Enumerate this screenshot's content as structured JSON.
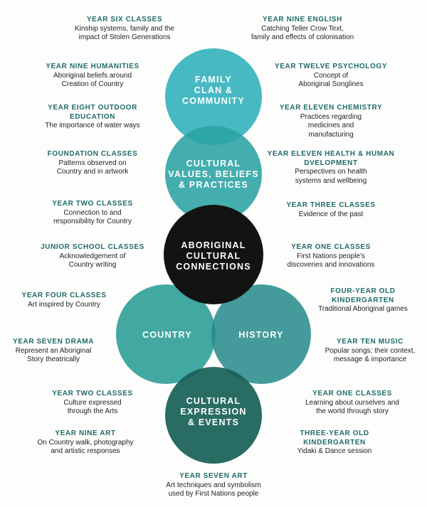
{
  "colors": {
    "family": "#37b3bd",
    "values": "#2aa3a3",
    "core": "#121313",
    "country": "#2e9e97",
    "history": "#248a8a",
    "expression": "#175f57",
    "heading": "#1f6b6b"
  },
  "circles": {
    "family": "FAMILY\nCLAN &\nCOMMUNITY",
    "values": "CULTURAL\nVALUES, BELIEFS\n& PRACTICES",
    "core": "ABORIGINAL\nCULTURAL\nCONNECTIONS",
    "country": "COUNTRY",
    "history": "HISTORY",
    "expression": "CULTURAL\nEXPRESSION\n& EVENTS"
  },
  "notes": [
    {
      "heading": "YEAR SIX CLASSES",
      "text": "Kinship systems, family and the\nimpact of Stolen Generations"
    },
    {
      "heading": "YEAR NINE ENGLISH",
      "text": "Catching Teller Crow Text,\nfamily and effects of colonisation"
    },
    {
      "heading": "YEAR NINE HUMANITIES",
      "text": "Aboriginal beliefs around\nCreation of Country"
    },
    {
      "heading": "YEAR TWELVE PSYCHOLOGY",
      "text": "Concept of\nAboriginal Songlines"
    },
    {
      "heading": "YEAR EIGHT OUTDOOR\nEDUCATION",
      "text": "The importance of water ways"
    },
    {
      "heading": "YEAR ELEVEN CHEMISTRY",
      "text": "Practices regarding\nmedicines and\nmanufacturing"
    },
    {
      "heading": "FOUNDATION CLASSES",
      "text": "Patterns observed on\nCountry and in artwork"
    },
    {
      "heading": "YEAR ELEVEN HEALTH &\nHUMAN DVELOPMENT",
      "text": "Perspectives on health\nsystems and wellbeing"
    },
    {
      "heading": "YEAR TWO CLASSES",
      "text": "Connection to and\nresponsibility for Country"
    },
    {
      "heading": "YEAR THREE CLASSES",
      "text": "Evidence of the past"
    },
    {
      "heading": "JUNIOR SCHOOL CLASSES",
      "text": "Acknowledgement of\nCountry writing"
    },
    {
      "heading": "YEAR ONE CLASSES",
      "text": "First Nations people's\ndiscoveries and innovations"
    },
    {
      "heading": "YEAR FOUR CLASSES",
      "text": "Art inspired by Country"
    },
    {
      "heading": "FOUR-YEAR OLD\nKINDERGARTEN",
      "text": "Traditional Aboriginal games"
    },
    {
      "heading": "YEAR SEVEN DRAMA",
      "text": "Represent an Aboriginal\nStory theatrically"
    },
    {
      "heading": "YEAR TEN MUSIC",
      "text": "Popular songs; their context,\nmessage & importance"
    },
    {
      "heading": "YEAR TWO CLASSES",
      "text": "Culture expressed\nthrough the Arts"
    },
    {
      "heading": "YEAR ONE CLASSES",
      "text": "Learning about ourselves and\nthe world through story"
    },
    {
      "heading": "YEAR NINE ART",
      "text": "On Country walk, photography\nand artistic responses"
    },
    {
      "heading": "THREE-YEAR OLD\nKINDERGARTEN",
      "text": "Yidaki & Dance session"
    },
    {
      "heading": "YEAR SEVEN ART",
      "text": "Art techniques and symbolism\nused by First Nations people"
    }
  ]
}
